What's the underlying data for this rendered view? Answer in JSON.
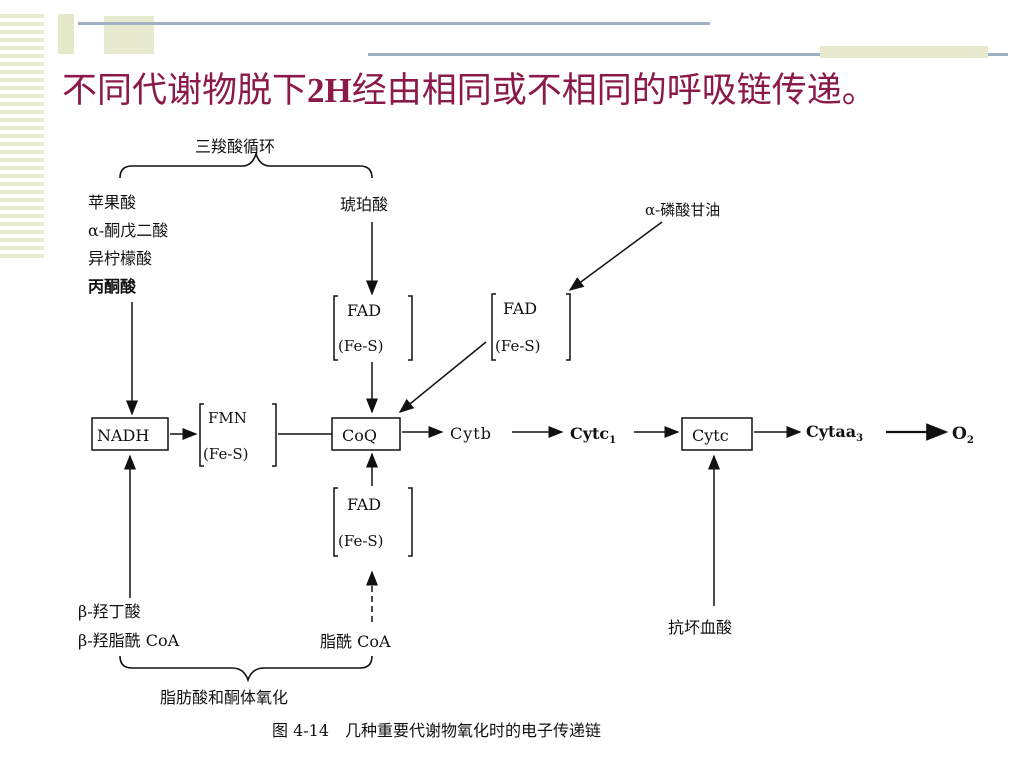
{
  "slide": {
    "title_pre": "不同代谢物脱下",
    "title_bold": "2H",
    "title_post": "经由相同或不相同的呼吸链传递。",
    "accent_color": "#8B1A4A"
  },
  "diagram": {
    "top_group_label": "三羧酸循环",
    "left_substrates": [
      "苹果酸",
      "α-酮戊二酸",
      "异柠檬酸",
      "丙酮酸"
    ],
    "succinate": "琥珀酸",
    "glycerophosphate": "α-磷酸甘油",
    "fad_top": "FAD",
    "fes_top": "(Fe-S)",
    "fad_right": "FAD",
    "fes_right": "(Fe-S)",
    "fad_bottom": "FAD",
    "fes_bottom": "(Fe-S)",
    "fmn": "FMN",
    "fes_fmn": "(Fe-S)",
    "nadh": "NADH",
    "coq": "CoQ",
    "cytb": "Cytb",
    "cytc1": "Cytc",
    "cytc1_sub": "1",
    "cytc": "Cytc",
    "cytaa3": "Cytaa",
    "cytaa3_sub": "3",
    "o2": "O",
    "o2_sub": "2",
    "bottom_left_1": "β-羟丁酸",
    "bottom_left_2": "β-羟脂酰 CoA",
    "bottom_mid": "脂酰 CoA",
    "antimycin": "抗坏血酸",
    "bottom_group_label": "脂肪酸和酮体氧化",
    "caption": "图 4-14　几种重要代谢物氧化时的电子传递链"
  }
}
